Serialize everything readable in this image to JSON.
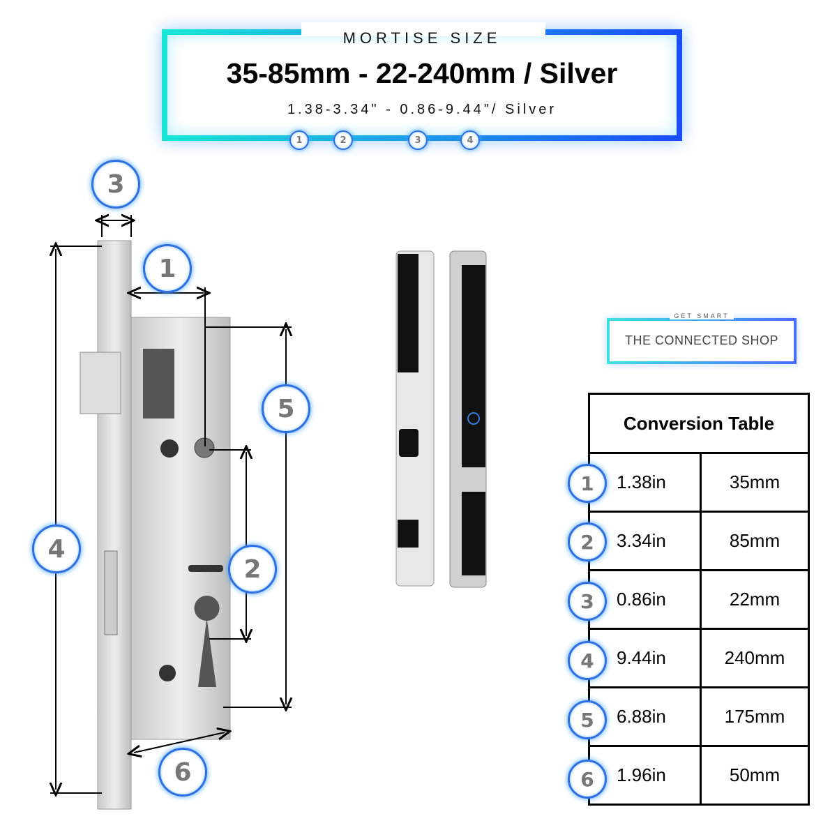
{
  "header": {
    "kicker": "MORTISE SIZE",
    "headline": "35-85mm - 22-240mm / Silver",
    "subline": "1.38-3.34\" - 0.86-9.44\"/ Silver",
    "badges": [
      "1",
      "2",
      "3",
      "4"
    ]
  },
  "diagram": {
    "labels": [
      "3",
      "1",
      "5",
      "4",
      "2",
      "6"
    ]
  },
  "logo": {
    "kicker": "GET SMART",
    "name": "THE CONNECTED SHOP"
  },
  "table": {
    "title": "Conversion Table",
    "rows": [
      {
        "num": "1",
        "inches": "1.38in",
        "mm": "35mm"
      },
      {
        "num": "2",
        "inches": "3.34in",
        "mm": "85mm"
      },
      {
        "num": "3",
        "inches": "0.86in",
        "mm": "22mm"
      },
      {
        "num": "4",
        "inches": "9.44in",
        "mm": "240mm"
      },
      {
        "num": "5",
        "inches": "6.88in",
        "mm": "175mm"
      },
      {
        "num": "6",
        "inches": "1.96in",
        "mm": "50mm"
      }
    ]
  },
  "colors": {
    "glow_start": "#19e6d6",
    "glow_end": "#1a4dff",
    "badge_ring": "#2f6fe0"
  }
}
